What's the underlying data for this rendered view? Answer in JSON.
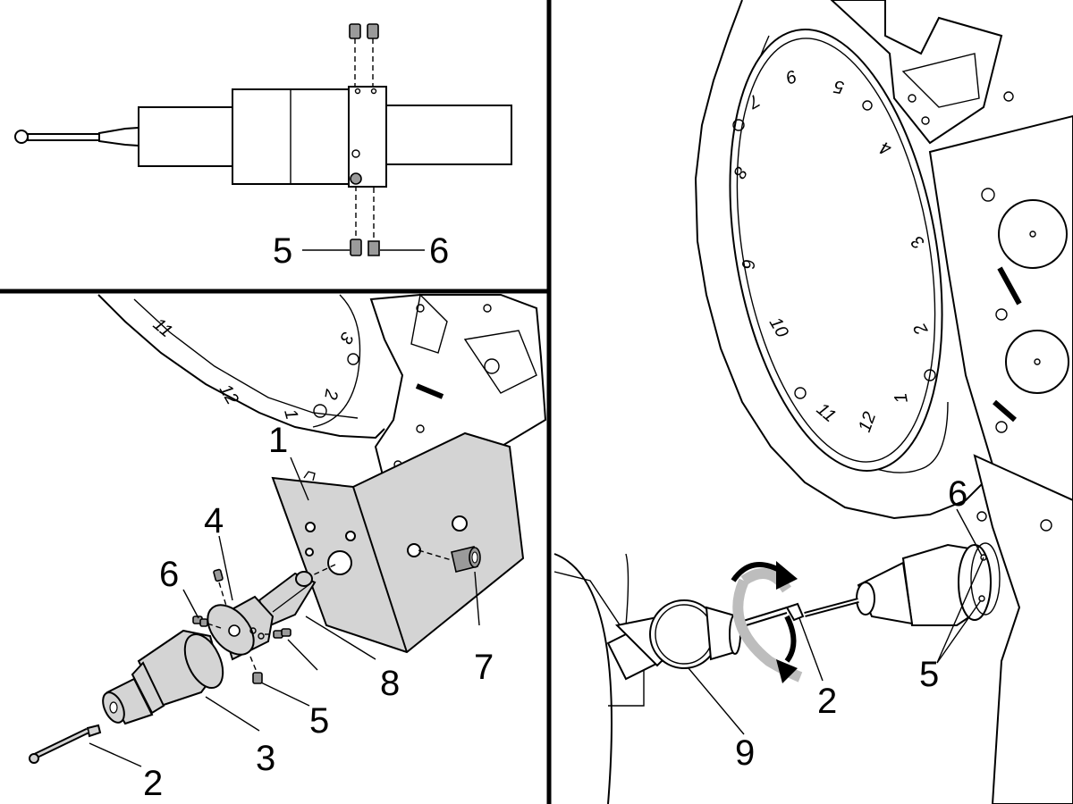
{
  "panels": {
    "top_left": {
      "callouts": [
        "5",
        "6"
      ]
    },
    "bottom_left": {
      "callouts": [
        "1",
        "2",
        "3",
        "4",
        "5",
        "6",
        "7",
        "8"
      ],
      "turret_numbers": [
        "11",
        "12",
        "1",
        "2",
        "3"
      ]
    },
    "right": {
      "callouts": [
        "2",
        "5",
        "6",
        "9"
      ],
      "turret_numbers": [
        "9",
        "5",
        "4",
        "7",
        "8",
        "3",
        "6",
        "2",
        "10",
        "1",
        "11",
        "12"
      ]
    }
  },
  "colors": {
    "line": "#000000",
    "part_fill": "#d4d4d4",
    "screw_fill": "#9a9a9a",
    "background": "#ffffff"
  }
}
